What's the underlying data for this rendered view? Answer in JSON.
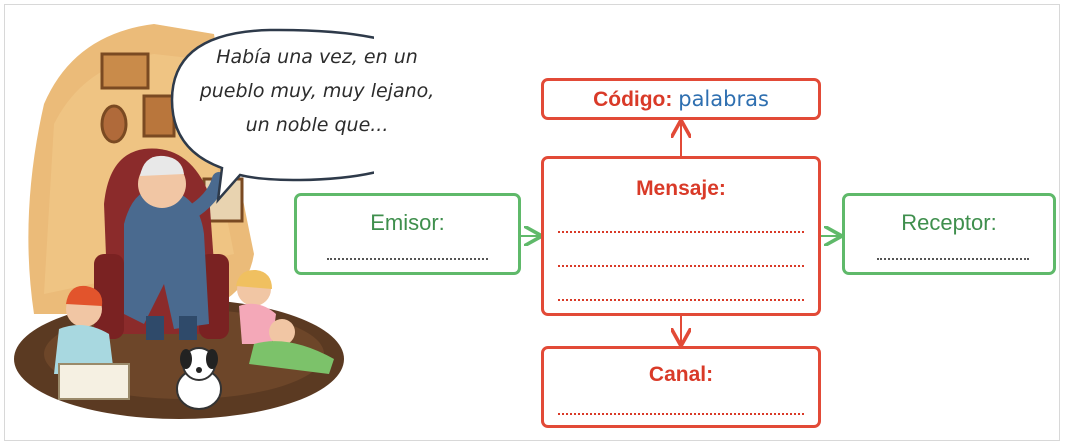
{
  "speech_bubble": {
    "line1": "Había una vez, en un",
    "line2": "pueblo muy, muy lejano,",
    "line3": "un noble que..."
  },
  "diagram": {
    "emisor": {
      "label": "Emisor:"
    },
    "codigo": {
      "label": "Código:",
      "value": "palabras"
    },
    "mensaje": {
      "label": "Mensaje:"
    },
    "receptor": {
      "label": "Receptor:"
    },
    "canal": {
      "label": "Canal:"
    }
  },
  "colors": {
    "green": "#5fb96a",
    "red": "#e24a37",
    "blue": "#2e6fb0"
  }
}
